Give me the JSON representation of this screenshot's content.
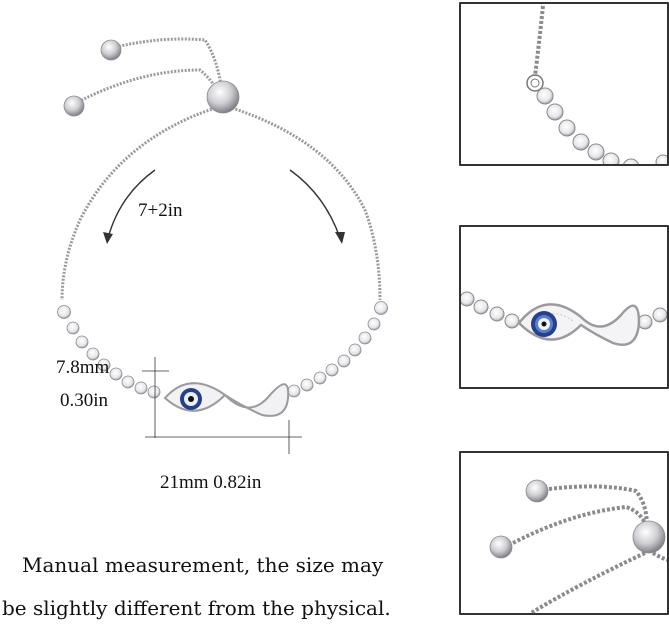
{
  "product_image": {
    "main_view": {
      "adjustable_size_label": "7+2in",
      "height_label_mm": "7.8mm",
      "height_label_in": "0.30in",
      "width_label": "21mm 0.82in"
    },
    "disclaimer": {
      "line1": "Manual measurement, the size may",
      "line2": "be slightly different from the physical."
    },
    "detail_views": [
      {
        "name": "chain-bezel-stones-closeup"
      },
      {
        "name": "evil-eye-infinity-charm-closeup"
      },
      {
        "name": "slider-bead-ends-closeup"
      }
    ],
    "colors": {
      "silver": "#c8c8cc",
      "silver_dark": "#8a8a90",
      "eye_blue": "#27408b",
      "eye_light_blue": "#5b7fd0",
      "frame_border": "#333333",
      "arrow": "#333333"
    }
  }
}
